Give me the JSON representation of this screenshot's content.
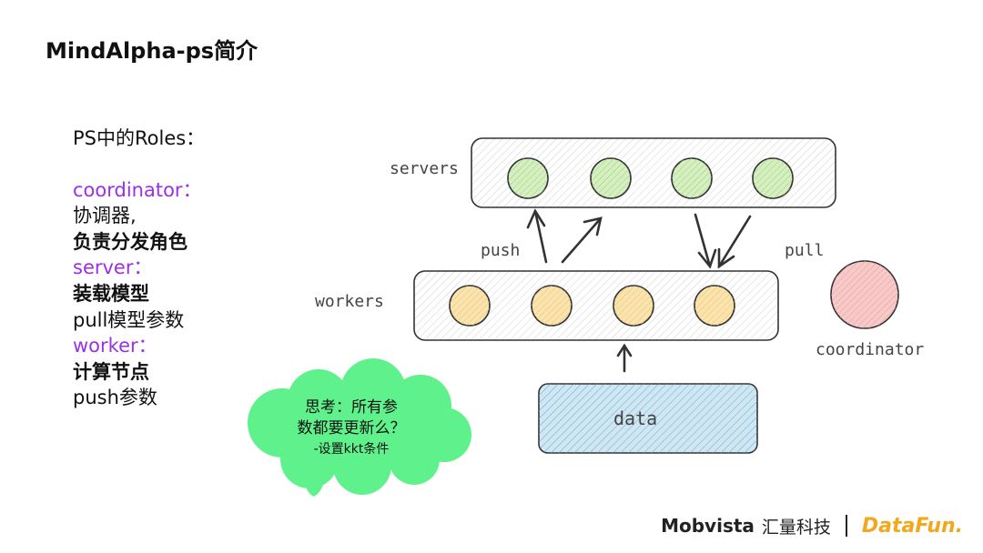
{
  "title": "MindAlpha-ps简介",
  "roles_heading": "PS中的Roles：",
  "roles": [
    {
      "name": "coordinator：",
      "lines": [
        "协调器,",
        "负责分发角色"
      ]
    },
    {
      "name": "server：",
      "lines": [
        "装载模型",
        "pull模型参数"
      ]
    },
    {
      "name": "worker：",
      "lines": [
        "计算节点",
        "push参数"
      ]
    }
  ],
  "diagram": {
    "servers_label": "servers",
    "workers_label": "workers",
    "push_label": "push",
    "pull_label": "pull",
    "data_label": "data",
    "coordinator_label": "coordinator",
    "colors": {
      "server_node": "#d6efc0",
      "worker_node": "#fbe3ae",
      "coordinator_node": "#f8c9c9",
      "data_box": "#cfe6f3",
      "thought_bubble": "#5ff28c"
    }
  },
  "thought": {
    "line1": "思考：所有参",
    "line2": "数都要更新么？",
    "line3": "-设置kkt条件"
  },
  "footer": {
    "brand1": "Mobvista",
    "brand1_cn": "汇量科技",
    "brand2": "DataFun."
  }
}
